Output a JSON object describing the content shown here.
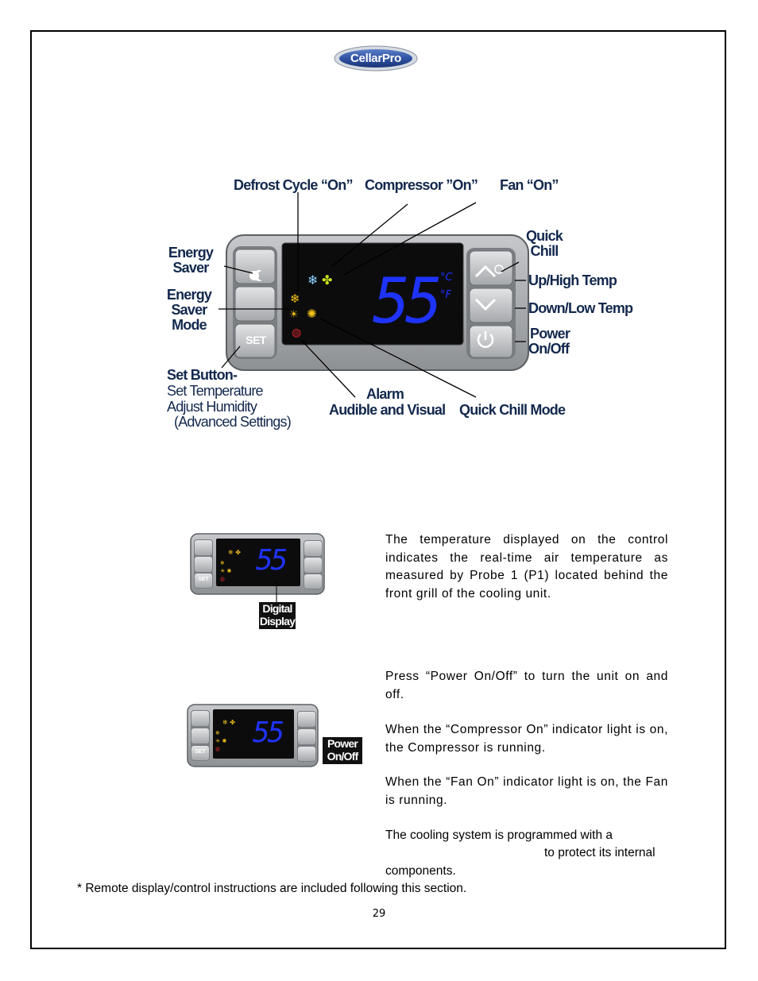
{
  "brand": {
    "logo_text": "CellarPro"
  },
  "diagram": {
    "display_value": "55",
    "unit_c": "°C",
    "unit_f": "°F",
    "set_button": "SET",
    "labels": {
      "defrost": "Defrost Cycle “On”",
      "compressor": "Compressor ”On”",
      "fan": "Fan “On”",
      "quick_chill_1": "Quick",
      "quick_chill_2": "Chill",
      "energy_saver_1": "Energy",
      "energy_saver_2": "Saver",
      "energy_mode_1": "Energy",
      "energy_mode_2": "Saver",
      "energy_mode_3": "Mode",
      "up_high": "Up/High Temp",
      "down_low": "Down/Low Temp",
      "power_1": "Power",
      "power_2": "On/Off",
      "set_title": "Set Button-",
      "set_line1": "Set Temperature",
      "set_line2": "Adjust Humidity",
      "set_line3": "(Advanced Settings)",
      "alarm_1": "Alarm",
      "alarm_2": "Audible and Visual",
      "quick_chill_mode": "Quick Chill Mode"
    }
  },
  "thumb1": {
    "display_value": "55",
    "set_label": "SET",
    "tag_1": "Digital",
    "tag_2": "Display"
  },
  "thumb2": {
    "display_value": "55",
    "set_label": "SET",
    "tag_1": "Power",
    "tag_2": "On/Off"
  },
  "paragraphs": {
    "p1": "The temperature displayed on the control indicates the real-time air temperature as measured by Probe 1 (P1) located behind the front grill of the cooling unit.",
    "p2": "Press “Power On/Off” to turn the unit on and off.",
    "p3": "When the “Compressor On” indicator light is on, the Compressor is running.",
    "p4": "When the “Fan On” indicator light is on, the Fan is running.",
    "p5_line1": "The cooling system is programmed with a",
    "p5_line2": "to protect its internal",
    "p5_line3": "components."
  },
  "footnote": "* Remote display/control instructions are included following this section.",
  "page_number": "29",
  "colors": {
    "label_navy": "#13284d",
    "display_blue": "#1f33ff",
    "indicator_yellow": "#f3c21b",
    "alarm_red": "#d2262a",
    "panel_gray": "#a7aaad"
  }
}
